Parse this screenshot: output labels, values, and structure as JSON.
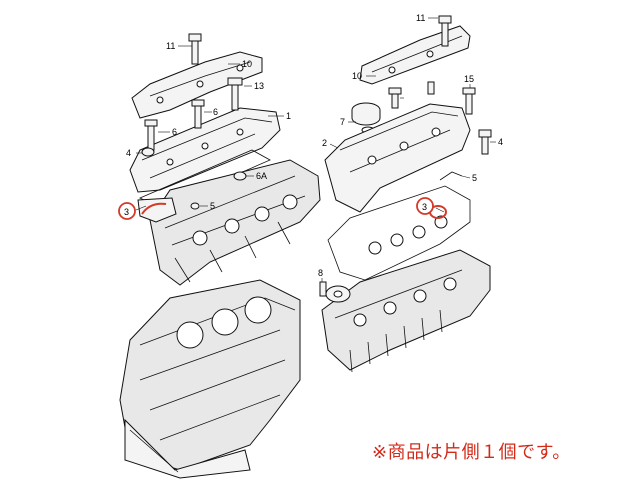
{
  "callouts": {
    "c1": "1",
    "c2": "2",
    "c3_left": "3",
    "c3_right": "3",
    "c4_left": "4",
    "c4_right": "4",
    "c5_left": "5",
    "c5_right": "5",
    "c6_a": "6",
    "c6_b": "6",
    "c6A": "6A",
    "c7": "7",
    "c8": "8",
    "c10_left": "10",
    "c10_right": "10",
    "c11_left": "11",
    "c11_right": "11",
    "c13": "13",
    "c15": "15"
  },
  "note": "※商品は片側１個です。",
  "colors": {
    "highlight": "#d43a2a",
    "note": "#d42a1a"
  }
}
